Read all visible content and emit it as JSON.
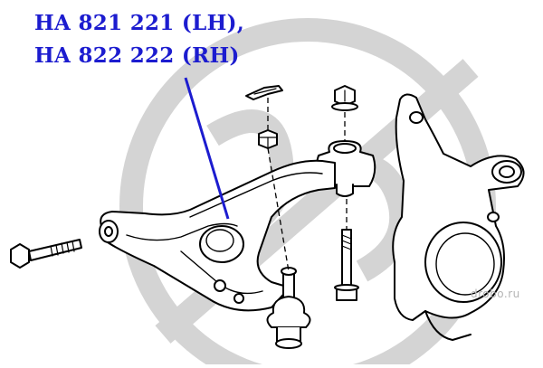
{
  "labels": {
    "line1": "HA 821 221 (LH),",
    "line2": "HA 822 222 (RH)"
  },
  "watermark": {
    "text": "drobo.ru",
    "color": "#d2d2d2"
  },
  "colors": {
    "label": "#1c1ccf",
    "leader_line": "#1c1ccf",
    "drawing": "#000000"
  }
}
